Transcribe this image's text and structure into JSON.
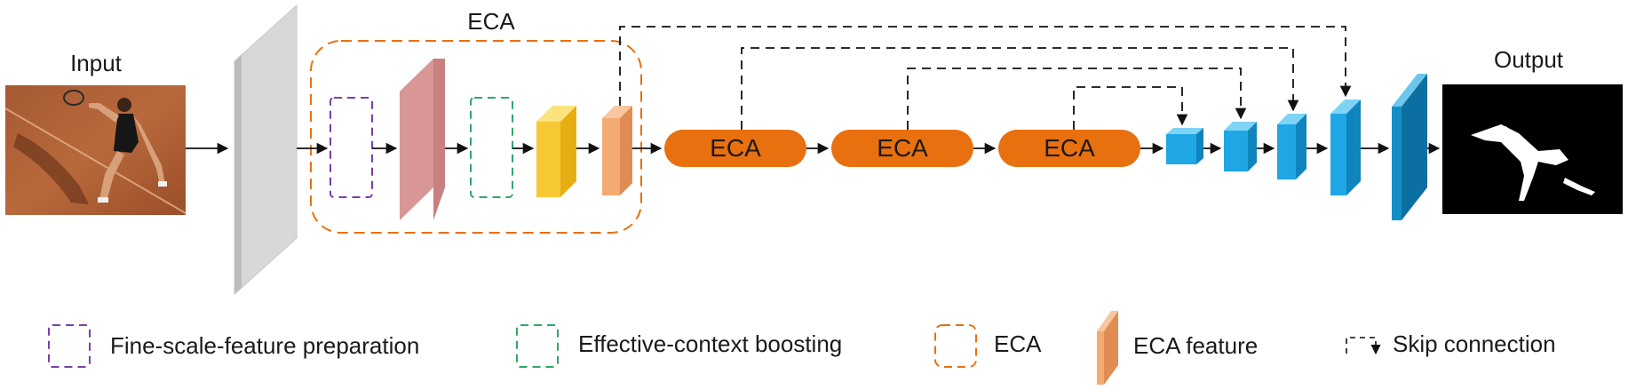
{
  "diagram": {
    "input_label": "Input",
    "output_label": "Output",
    "eca_group_label": "ECA",
    "eca_blocks": [
      "ECA",
      "ECA",
      "ECA"
    ]
  },
  "legend": {
    "fine_scale": "Fine-scale-feature preparation",
    "context_boosting": "Effective-context boosting",
    "eca": "ECA",
    "eca_feature": "ECA feature",
    "skip": "Skip connection"
  },
  "colors": {
    "orange": "#e8700f",
    "eca_box": "#ef8a2a",
    "purple": "#7a3fa8",
    "green": "#2fa866",
    "blue": "#1ea7e4",
    "pink": "#d99696",
    "yellow": "#f6c833",
    "peach": "#f3aa73",
    "gray": "#dcdcdc"
  },
  "icons": {
    "input_image": "tennis-player-photo",
    "output_image": "segmentation-mask"
  }
}
